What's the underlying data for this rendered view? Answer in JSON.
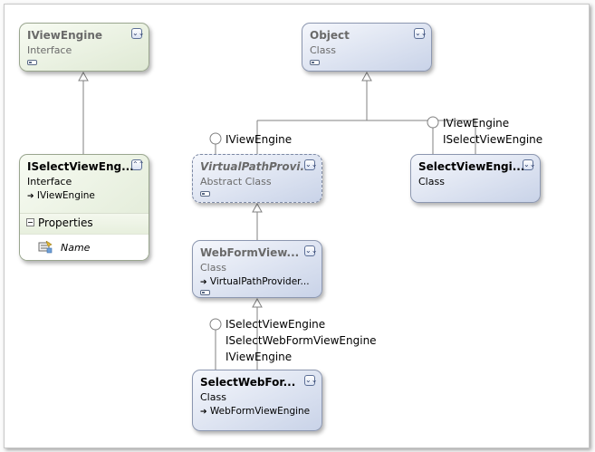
{
  "shapes": {
    "iviewengine": {
      "name": "IViewEngine",
      "kind": "Interface",
      "toggle": "expand"
    },
    "object": {
      "name": "Object",
      "kind": "Class",
      "toggle": "expand"
    },
    "iselectviewengine": {
      "name": "ISelectViewEng...",
      "kind": "Interface",
      "inherits": "IViewEngine",
      "toggle": "collapse",
      "section_label": "Properties",
      "properties": [
        {
          "name": "Name",
          "icon": "property-icon"
        }
      ]
    },
    "virtualpathprovider": {
      "name": "VirtualPathProvi...",
      "kind": "Abstract Class",
      "toggle": "expand"
    },
    "selectviewengine": {
      "name": "SelectViewEngi...",
      "kind": "Class",
      "toggle": "expand"
    },
    "webformview": {
      "name": "WebFormView...",
      "kind": "Class",
      "inherits": "VirtualPathProvider...",
      "toggle": "expand"
    },
    "selectwebform": {
      "name": "SelectWebFor...",
      "kind": "Class",
      "inherits": "WebFormViewEngine",
      "toggle": "expand"
    }
  },
  "lollipops": {
    "virtualpath_ifaces": [
      "IViewEngine"
    ],
    "selectview_ifaces": [
      "IViewEngine",
      "ISelectViewEngine"
    ],
    "selectwebform_ifaces": [
      "ISelectViewEngine",
      "ISelectWebFormViewEngine",
      "IViewEngine"
    ]
  },
  "glyphs": {
    "inherit_arrow": "➔",
    "expand": "⌄⌄",
    "collapse": "⌃⌃"
  },
  "colors": {
    "interface_fill": "#e6eedc",
    "class_fill": "#d3dbee",
    "connector": "#808080"
  }
}
